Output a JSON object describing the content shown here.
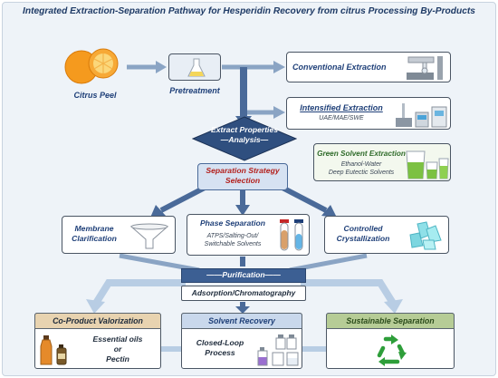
{
  "title": "Integrated Extraction-Separation Pathway for Hesperidin Recovery from citrus Processing By-Products",
  "citrus_peel": "Citrus Peel",
  "pretreatment": "Pretreatment",
  "conventional": "Conventional Extraction",
  "intensified": {
    "title": "Intensified Extraction",
    "sub": "UAE/MAE/SWE"
  },
  "analysis": {
    "line1": "Extract Properties",
    "line2": "—Analysis—"
  },
  "green_solvent": {
    "title": "Green Solvent Extraction",
    "sub1": "Ethanol-Water",
    "sub2": "Deep Eutectic Solvents"
  },
  "strategy": {
    "line1": "Separation Strategy",
    "line2": "Selection"
  },
  "membrane": {
    "line1": "Membrane",
    "line2": "Clarification"
  },
  "phase": {
    "title": "Phase Separation",
    "sub1": "ATPS/Salting-Out/",
    "sub2": "Switchable Solvents"
  },
  "crystallization": {
    "line1": "Controlled",
    "line2": "Crystallization"
  },
  "purification": "——Purification——",
  "adsorption": "Adsorption/Chromatography",
  "coproduct": {
    "header": "Co-Product Valorization",
    "line1": "Essential oils",
    "line2": "or",
    "line3": "Pectin"
  },
  "solvent_recovery": {
    "header": "Solvent Recovery",
    "line1": "Closed-Loop",
    "line2": "Process"
  },
  "sustainable": {
    "header": "Sustainable Separation"
  },
  "colors": {
    "arrow": "#8aa4c4",
    "arrow_dark": "#3f5f8c",
    "strategy_bg": "#d6e2f2",
    "coproduct_header": "#e8d3b0",
    "recovery_header": "#c9d8ec",
    "sustainable_header": "#b6cc96",
    "recycle": "#2e9e3a"
  },
  "icons": [
    "orange-icon",
    "flask-icon",
    "extraction-apparatus-icon",
    "lab-instruments-icon",
    "beakers-icon",
    "funnel-icon",
    "test-tubes-icon",
    "crystal-icon",
    "oil-bottles-icon",
    "solvent-bottles-icon",
    "recycle-icon"
  ]
}
